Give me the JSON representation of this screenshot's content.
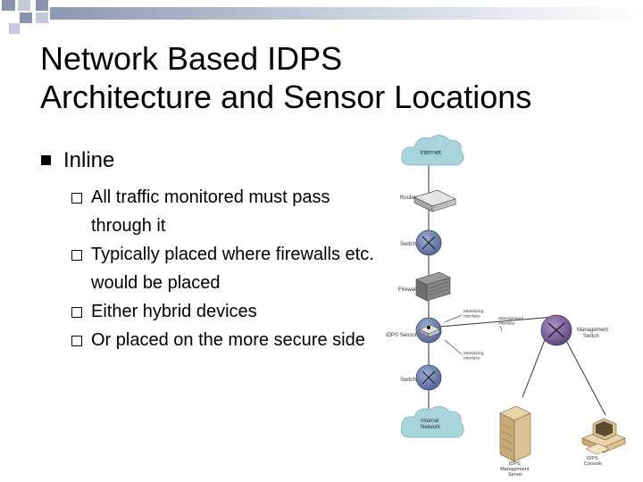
{
  "slide": {
    "title_line1": "Network Based IDPS",
    "title_line2": "Architecture and Sensor Locations",
    "bullet": "Inline",
    "subbullets": [
      "All traffic monitored must pass through it",
      "Typically placed where firewalls etc. would be placed",
      "Either hybrid devices",
      "Or placed on the more secure side"
    ]
  },
  "diagram": {
    "internet": "Internet",
    "router": "Router",
    "switch_top": "Switch",
    "firewall": "Firewall",
    "idps_sensor": "IDPS Sensor",
    "monitoring_interface_top": [
      "Monitoring",
      "Interface"
    ],
    "management_interface": [
      "Management",
      "Interface"
    ],
    "monitoring_interface_bottom": [
      "Monitoring",
      "Interface"
    ],
    "management_switch": [
      "Management",
      "Switch"
    ],
    "switch_bottom": "Switch",
    "internal_network": [
      "Internal",
      "Network"
    ],
    "idps_management_server": [
      "IDPS",
      "Management",
      "Server"
    ],
    "idps_console": [
      "IDPS",
      "Console"
    ]
  },
  "colors": {
    "cloud": "#a8d4dc",
    "node_blue": "#6b7fa8",
    "node_purple": "#7a5f96",
    "accent_gray": "#c9ced9"
  }
}
